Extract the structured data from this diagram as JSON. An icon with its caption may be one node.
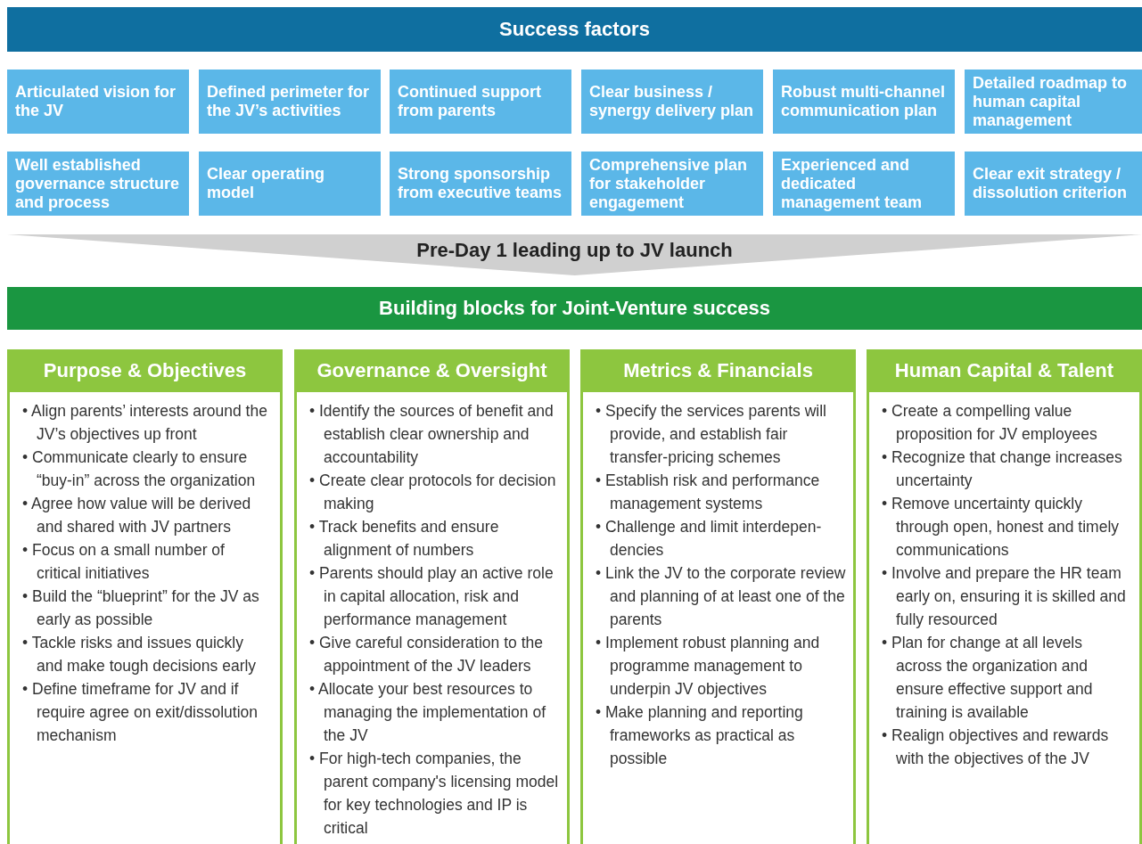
{
  "diagram": {
    "nodes": [
      {
        "text": [
          "Success factors"
        ]
      },
      {
        "text": [
          "Articulated vision for the JV"
        ]
      },
      {
        "text": [
          "Defined perimeter for  the JV’s activities"
        ]
      },
      {
        "text": [
          "Continued support from parents"
        ]
      },
      {
        "text": [
          "Clear business / synergy delivery plan"
        ]
      },
      {
        "text": [
          "Robust multi-channel communication plan"
        ]
      },
      {
        "text": [
          "Detailed roadmap to human capital management"
        ]
      },
      {
        "text": [
          "Well established governance structure and process"
        ]
      },
      {
        "text": [
          "Clear operating model"
        ]
      },
      {
        "text": [
          "Strong sponsorship from executive teams"
        ]
      },
      {
        "text": [
          "Comprehensive plan for stakeholder engagement"
        ]
      },
      {
        "text": [
          "Experienced and dedicated management team"
        ]
      },
      {
        "text": [
          "Clear exit strategy / dissolution criterion"
        ]
      },
      {
        "text": [
          "Pre-Day 1 leading up to JV launch"
        ]
      },
      {
        "text": [
          "Building blocks for Joint-Venture success"
        ]
      },
      {
        "text": [
          "Purpose & Objectives",
          "• Align parents’ interests around the JV’s objectives up front",
          "• Communicate clearly to ensure “buy-in” across the organization",
          "• Agree how value will be derived and shared with JV partners",
          "• Focus on a small number of critical initiatives",
          "• Build the “blueprint” for the JV as early as possible",
          "• Tackle risks and issues quickly and make tough decisions early",
          "• Define timeframe for JV and if require agree on exit/dissolution mechanism"
        ]
      },
      {
        "text": [
          "Governance & Oversight",
          "• Identify the sources of benefit and establish clear ownership and accountability",
          "• Create clear protocols for decision making",
          "• Track benefits and ensure alignment of numbers",
          "• Parents should play an active role in capital allocation, risk and performance management",
          "• Give careful consideration to the appointment of the JV leaders",
          "• Allocate your best resources to managing the implementation of the JV",
          "• For high-tech companies, the parent company's licensing model for key technologies and IP is critical"
        ]
      },
      {
        "text": [
          "Metrics & Financials",
          "• Specify the services parents will provide, and establish fair transfer-pricing schemes",
          "• Establish risk and performance management systems",
          "• Challenge and limit interdepen- dencies",
          "• Link the JV to the corporate review and planning of at least one of the parents",
          "• Implement robust planning and programme management to underpin JV objectives",
          "• Make planning and reporting frameworks as practical as possible"
        ]
      },
      {
        "text": [
          "Human Capital & Talent",
          "• Create a compelling value proposition for JV employees",
          "• Recognize that change increases uncertainty",
          "• Remove uncertainty quickly through open, honest and timely communications",
          "• Involve and prepare the HR team early on, ensuring it is skilled and fully resourced",
          "• Plan for change at all levels across the organization and ensure effective support and training is available",
          "• Realign objectives and rewards with the objectives of the JV"
        ]
      }
    ],
    "edges": []
  }
}
